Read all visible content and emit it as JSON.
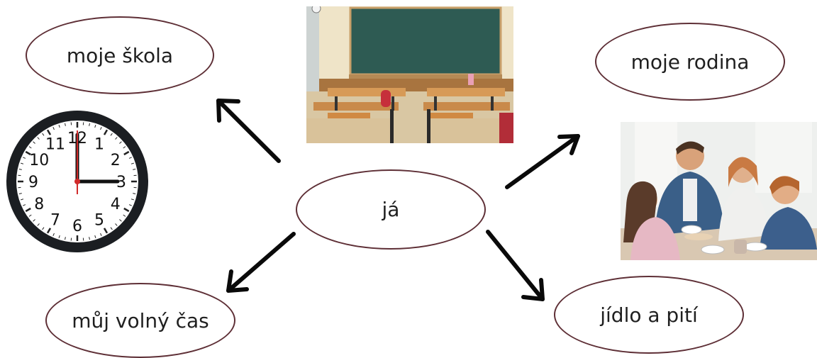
{
  "center": {
    "label": "já"
  },
  "topics": {
    "school": "moje škola",
    "family": "moje rodina",
    "free_time": "můj volný čas",
    "food": "jídlo a pití"
  },
  "clock": {
    "numerals": [
      "12",
      "1",
      "2",
      "3",
      "4",
      "5",
      "6",
      "7",
      "8",
      "9",
      "10",
      "11"
    ]
  },
  "colors": {
    "ellipse_border": "#5e2f36",
    "arrow": "#0a0a0a",
    "chalkboard": "#2f5a52",
    "clock_frame": "#1b1e22"
  }
}
